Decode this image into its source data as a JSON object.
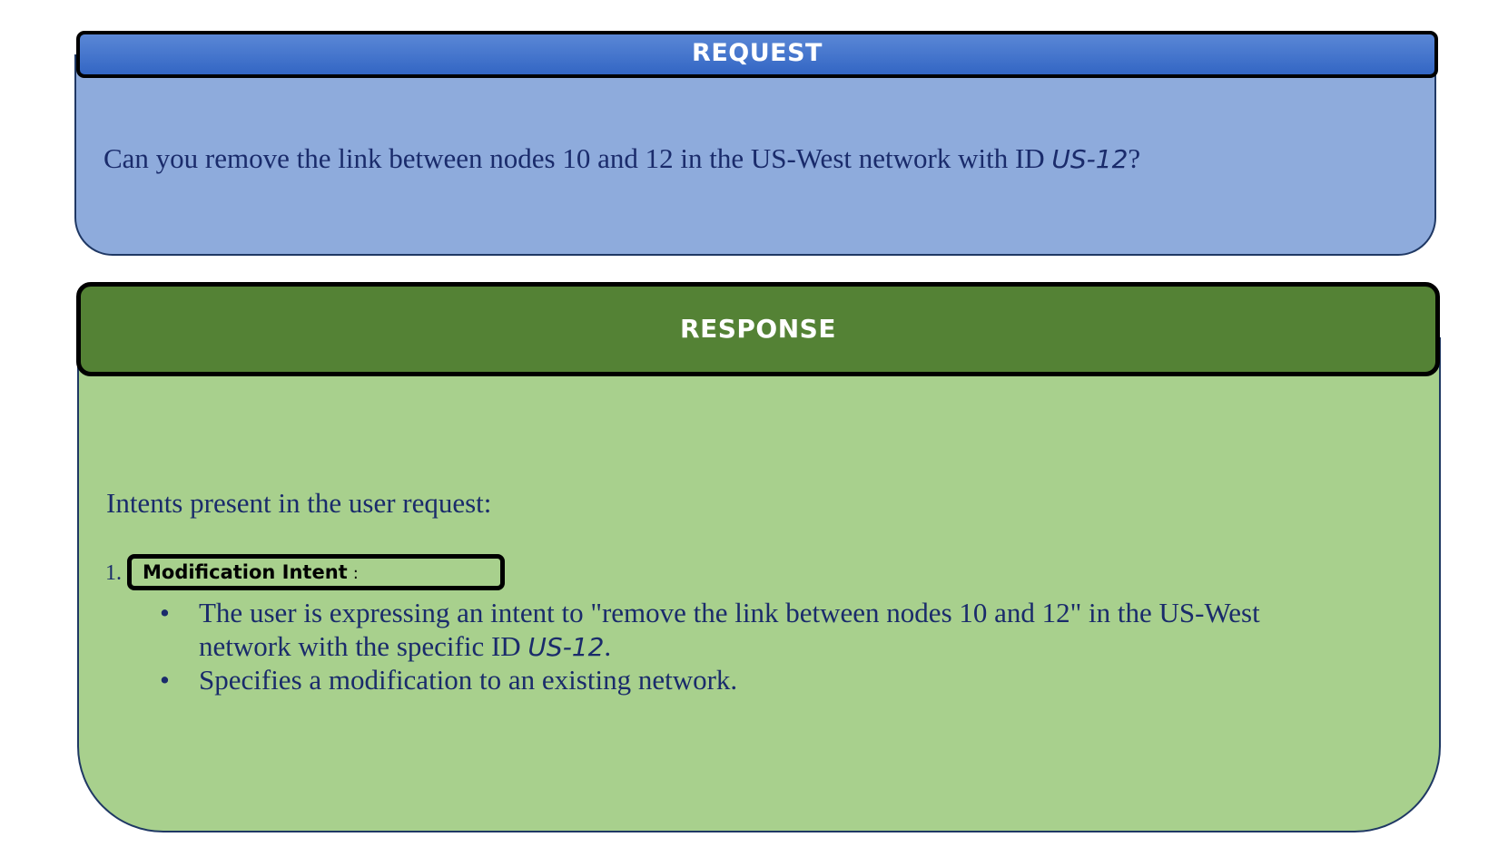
{
  "request": {
    "title": "REQUEST",
    "text_before_id": "Can you remove the link between nodes 10 and 12 in the US-West network with ID ",
    "network_id": "US-12",
    "text_after_id": "?"
  },
  "response": {
    "title": "RESPONSE",
    "intents_heading": "Intents present in the user request:",
    "intent": {
      "number": "1.",
      "name": "Modification Intent",
      "colon": ":"
    },
    "bullets": [
      {
        "line1": "The user is expressing an intent to \"remove the link between nodes 10 and 12\" in the US-West",
        "line2_before_id": "network with the specific ID ",
        "network_id": "US-12",
        "line2_after_id": "."
      },
      {
        "text": "Specifies a modification to an existing network."
      }
    ],
    "bullet_symbol": "•"
  },
  "colors": {
    "request_header": "#3366c4",
    "request_body": "#8eabdc",
    "response_header": "#548235",
    "response_body": "#a8d08d",
    "text": "#1a2b6b"
  }
}
